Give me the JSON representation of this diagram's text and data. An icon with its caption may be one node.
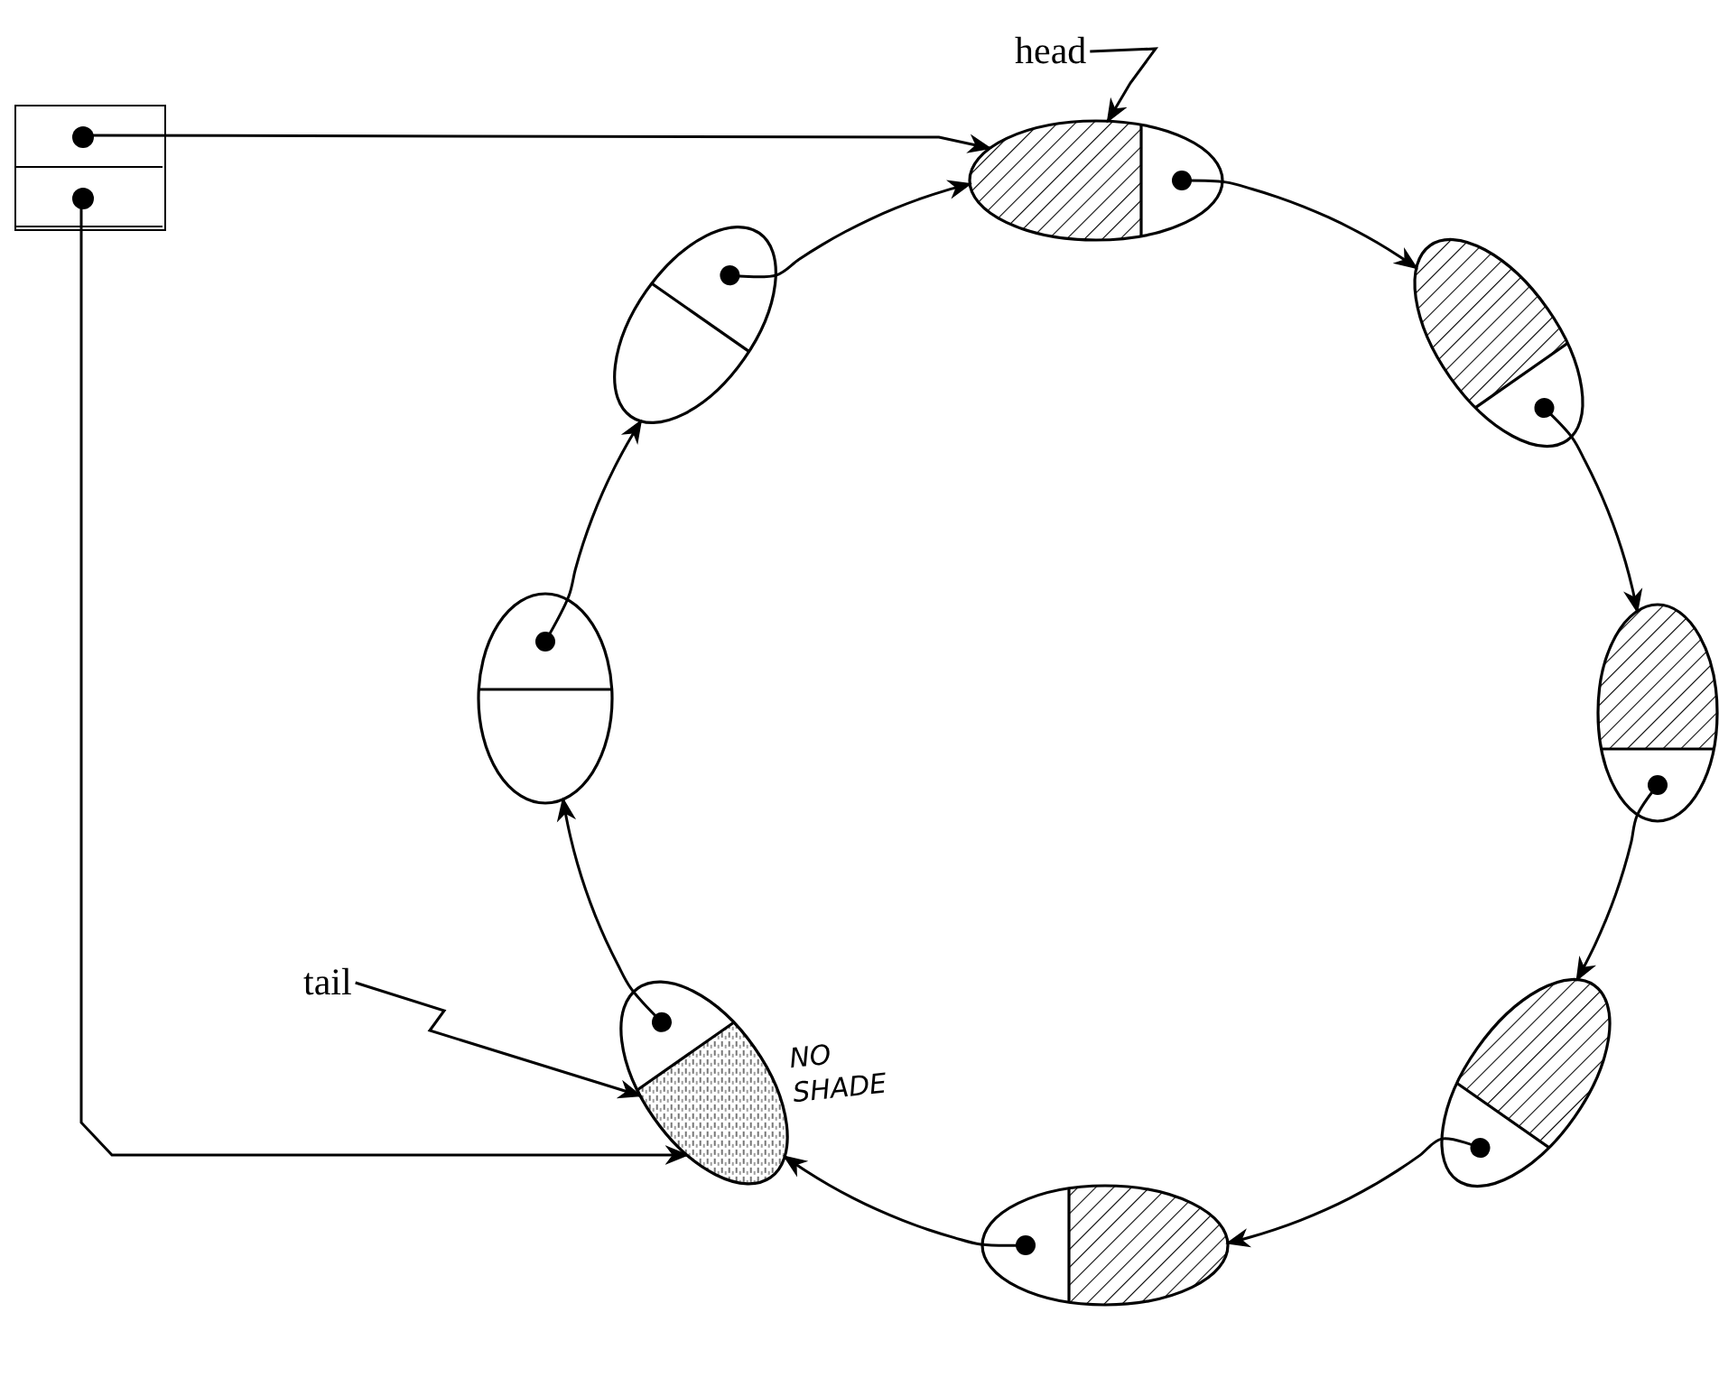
{
  "diagram": {
    "nodes": [
      {
        "text": [],
        "shape": "box"
      },
      {
        "text": [],
        "shape": "box",
        "in": 0
      },
      {
        "text": [],
        "shape": "box",
        "in": 0
      },
      {
        "text": [],
        "shape": "ellipse"
      },
      {
        "text": [],
        "shape": "ellipse"
      },
      {
        "text": [],
        "shape": "ellipse"
      },
      {
        "text": [],
        "shape": "ellipse"
      },
      {
        "text": [],
        "shape": "ellipse"
      },
      {
        "text": [],
        "shape": "ellipse"
      },
      {
        "text": [],
        "shape": "ellipse"
      },
      {
        "text": [],
        "shape": "ellipse"
      },
      {
        "text": [
          "head"
        ]
      },
      {
        "text": [
          "tail"
        ]
      }
    ],
    "edges": [
      {
        "from": 1,
        "to": 3,
        "arrow": "to"
      },
      {
        "from": 2,
        "to": 8,
        "arrow": "to"
      },
      {
        "from": 3,
        "to": 4,
        "arrow": "to"
      },
      {
        "from": 4,
        "to": 5,
        "arrow": "to"
      },
      {
        "from": 5,
        "to": 6,
        "arrow": "to"
      },
      {
        "from": 6,
        "to": 7,
        "arrow": "to"
      },
      {
        "from": 7,
        "to": 8,
        "arrow": "to"
      },
      {
        "from": 8,
        "to": 9,
        "arrow": "to"
      },
      {
        "from": 9,
        "to": 10,
        "arrow": "to"
      },
      {
        "from": 10,
        "to": 3,
        "arrow": "to"
      },
      {
        "from": 11,
        "to": 3,
        "arrow": "to"
      },
      {
        "from": 12,
        "to": 8,
        "arrow": "to"
      }
    ],
    "labels": [
      "NO SHADE"
    ]
  }
}
